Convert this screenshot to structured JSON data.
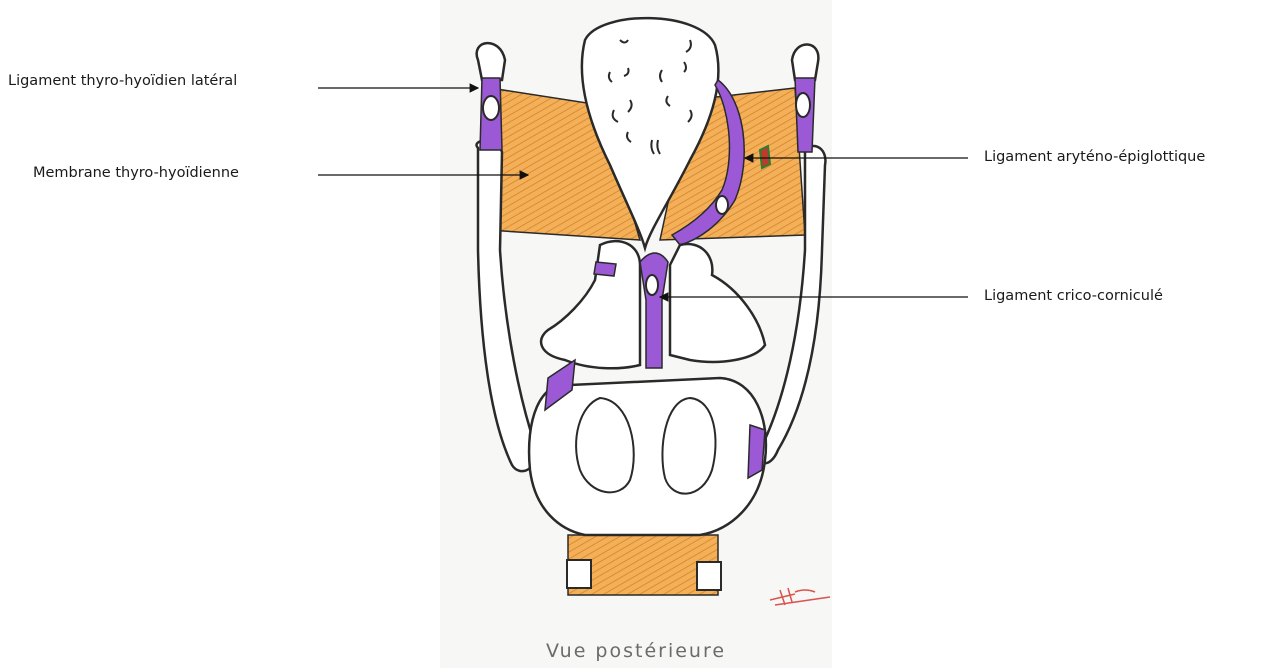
{
  "labels": {
    "lateral_thyrohyoid": "Ligament thyro-hyoïdien latéral",
    "thyrohyoid_membrane": "Membrane thyro-hyoïdienne",
    "aryepiglottic": "Ligament aryténo-épiglottique",
    "cricocorniculate": "Ligament crico-corniculé"
  },
  "caption": "Vue postérieure",
  "colors": {
    "membrane": "#f0a84a",
    "ligament": "#9b59d6",
    "outline": "#2a2a2a",
    "cartilage": "#ffffff",
    "caption": "#6b6b6b",
    "signature": "#d9534f"
  }
}
